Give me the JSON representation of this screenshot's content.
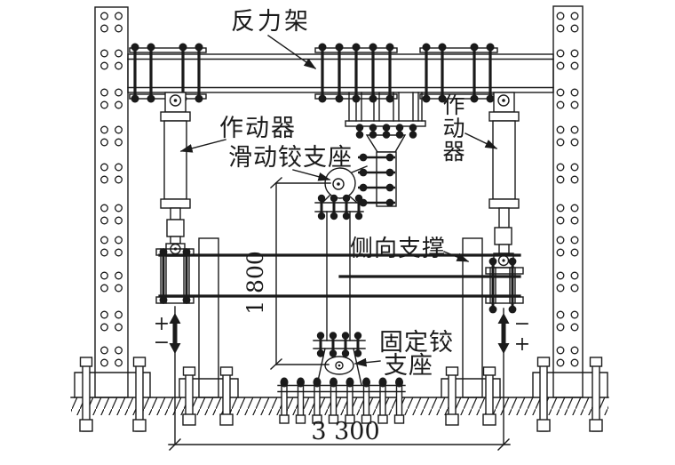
{
  "diagram": {
    "labels": {
      "reaction_frame": "反力架",
      "actuator_left": "作动器",
      "actuator_right_chars": [
        "作",
        "动",
        "器"
      ],
      "sliding_hinge_support": "滑动铰支座",
      "lateral_support": "侧向支撑",
      "fixed_hinge_line1": "固定铰",
      "fixed_hinge_line2": "支座"
    },
    "dimensions": {
      "vertical_mm": "1 800",
      "horizontal_mm": "3 300"
    },
    "load_signs": {
      "left_upper": "+",
      "left_lower": "−",
      "right_upper": "−",
      "right_lower": "+"
    },
    "colors": {
      "ink": "#1a1a1a",
      "paper": "#ffffff"
    }
  }
}
